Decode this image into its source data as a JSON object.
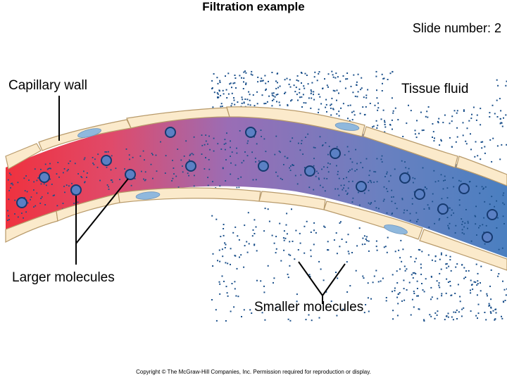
{
  "slide": {
    "title": "Filtration example",
    "slide_number": "Slide number: 2"
  },
  "labels": {
    "capillary_wall": "Capillary wall",
    "tissue_fluid": "Tissue fluid",
    "larger_molecules": "Larger molecules",
    "smaller_molecules": "Smaller molecules"
  },
  "footer": {
    "copyright": "Copyright © The McGraw-Hill Companies, Inc. Permission required for reproduction or display."
  },
  "colors": {
    "blood_arterial": "#f0303c",
    "blood_mid": "#9a6db5",
    "blood_venous": "#4a7fc0",
    "cell_fill": "#fbeacb",
    "cell_stroke": "#b89a6a",
    "nucleus": "#8fb8dd",
    "large_molecule": "#5b80c4",
    "small_molecule": "#1a4f8a"
  }
}
